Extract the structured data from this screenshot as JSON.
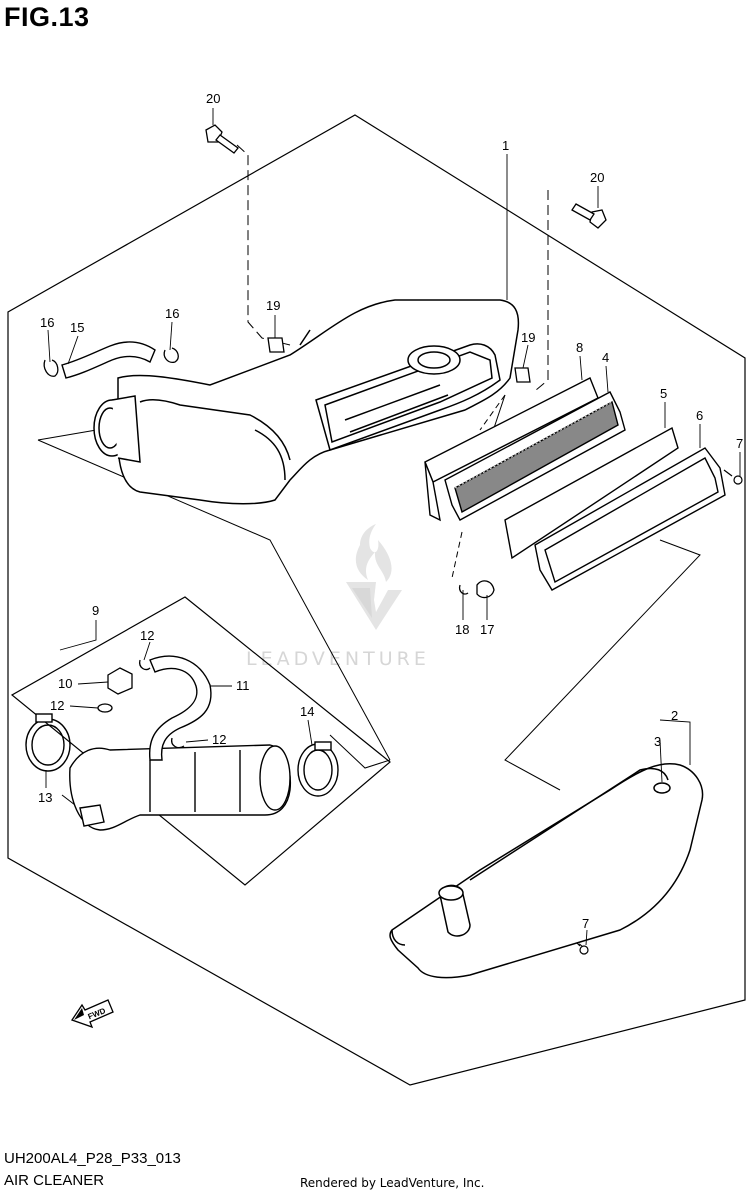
{
  "figure": {
    "title": "FIG.13",
    "code": "UH200AL4_P28_P33_013",
    "name": "AIR CLEANER"
  },
  "credit": "Rendered by LeadVenture, Inc.",
  "watermark": "LEADVENTURE",
  "fwd_label": "FWD",
  "callouts": {
    "c1": "1",
    "c2": "2",
    "c3": "3",
    "c4": "4",
    "c5": "5",
    "c6": "6",
    "c7a": "7",
    "c7b": "7",
    "c8": "8",
    "c9": "9",
    "c10": "10",
    "c11": "11",
    "c12a": "12",
    "c12b": "12",
    "c12c": "12",
    "c13": "13",
    "c14": "14",
    "c15": "15",
    "c16a": "16",
    "c16b": "16",
    "c17": "17",
    "c18": "18",
    "c19a": "19",
    "c19b": "19",
    "c20a": "20",
    "c20b": "20"
  }
}
